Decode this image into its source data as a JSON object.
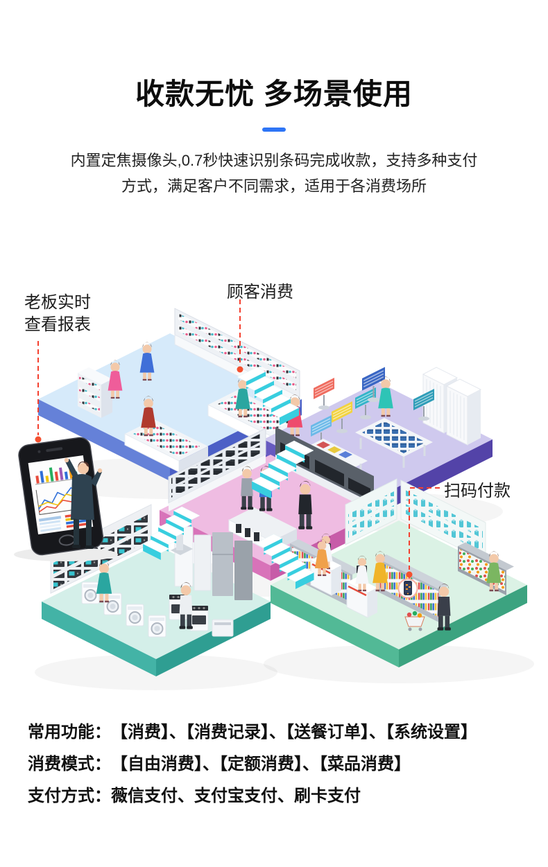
{
  "header": {
    "title": "收款无忧 多场景使用",
    "description_lines": [
      "内置定焦摄像头,0.7秒快速识别条码完成收款，支持多种支付",
      "方式，满足客户不同需求，适用于各消费场所"
    ]
  },
  "accent_colors": {
    "title_underline": "#2e75f6",
    "callout_connector": "#f4402f"
  },
  "scene": {
    "callouts": {
      "boss_report": "老板实时\n查看报表",
      "customer_purchase": "顾客消费",
      "scan_pay": "扫码付款"
    },
    "store_palette": {
      "cosmetics_floor": "#d6eafa",
      "clothing_floor": "#cfc9ee",
      "electronics_floor": "#efbce2",
      "appliance_floor": "#d4efe9",
      "supermarket_floor": "#dbf2e5"
    }
  },
  "features": {
    "rows": [
      {
        "label": "常用功能：",
        "value": "【消费】、【消费记录】、【送餐订单】、【系统设置】"
      },
      {
        "label": "消费模式：",
        "value": "【自由消费】、【定额消费】、【菜品消费】"
      },
      {
        "label": "支付方式：",
        "value": "薇信支付、支付宝支付、刷卡支付"
      }
    ]
  }
}
